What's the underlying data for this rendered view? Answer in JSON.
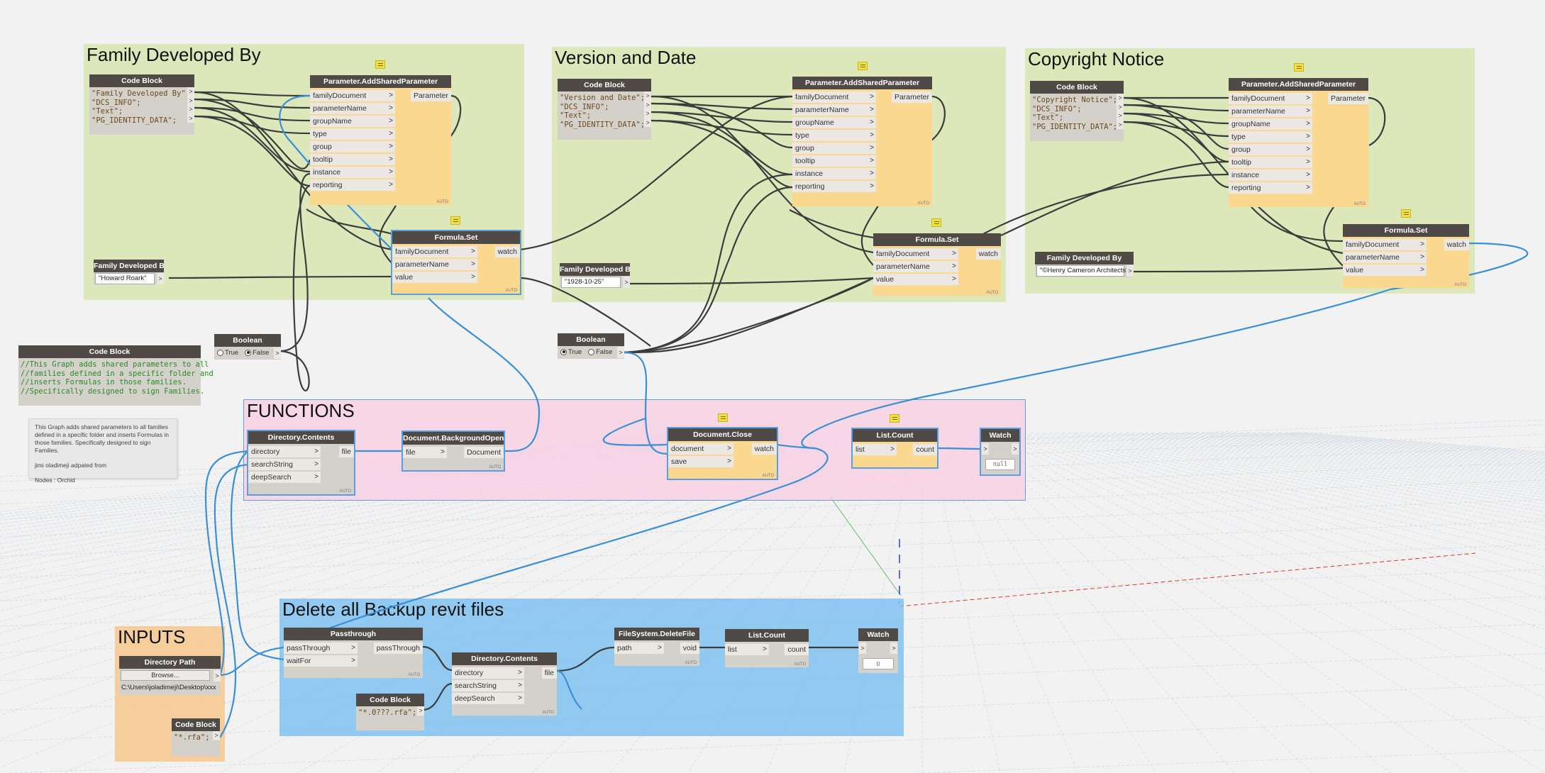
{
  "groups": {
    "family": "Family Developed By",
    "version": "Version and Date",
    "copyright": "Copyright Notice",
    "functions": "FUNCTIONS",
    "delete": "Delete all Backup revit files",
    "inputs": "INPUTS"
  },
  "nodes": {
    "cb_family": {
      "title": "Code Block",
      "code": "\"Family Developed By\";\n\"DCS_INFO\";\n\"Text\";\n\"PG_IDENTITY_DATA\";"
    },
    "cb_version": {
      "title": "Code Block",
      "code": "\"Version and Date\";\n\"DCS_INFO\";\n\"Text\";\n\"PG_IDENTITY_DATA\";"
    },
    "cb_copyright": {
      "title": "Code Block",
      "code": "\"Copyright Notice\";\n\"DCS_INFO\";\n\"Text\";\n\"PG_IDENTITY_DATA\";"
    },
    "cb_comment": {
      "title": "Code Block",
      "code": "//This Graph adds shared parameters to all\n//families defined in a specific folder and\n//inserts Formulas in those families.\n//Specifically designed to sign Families."
    },
    "cb_rfa": {
      "title": "Code Block",
      "code": "\"*.0???.rfa\";"
    },
    "cb_rfa2": {
      "title": "Code Block",
      "code": "\"*.rfa\";"
    },
    "add_param": {
      "title": "Parameter.AddSharedParameter",
      "inputs": [
        "familyDocument",
        "parameterName",
        "groupName",
        "type",
        "group",
        "tooltip",
        "instance",
        "reporting"
      ],
      "output": "Parameter"
    },
    "formula_set": {
      "title": "Formula.Set",
      "inputs": [
        "familyDocument",
        "parameterName",
        "value"
      ],
      "output": "watch"
    },
    "string_family": {
      "title": "Family Developed By",
      "value": "\"Howard Roark\""
    },
    "string_version": {
      "title": "Family Developed By",
      "value": "\"1928-10-25\""
    },
    "string_copyright": {
      "title": "Family Developed By",
      "value": "\"©Henry Cameron Architects\""
    },
    "boolean": {
      "title": "Boolean",
      "true_label": "True",
      "false_label": "False"
    },
    "dir_contents": {
      "title": "Directory.Contents",
      "inputs": [
        "directory",
        "searchString",
        "deepSearch"
      ],
      "output": "file"
    },
    "bg_open": {
      "title": "Document.BackgroundOpen",
      "inputs": [
        "file"
      ],
      "output": "Document"
    },
    "doc_close": {
      "title": "Document.Close",
      "inputs": [
        "document",
        "save"
      ],
      "output": "watch"
    },
    "list_count": {
      "title": "List.Count",
      "inputs": [
        "list"
      ],
      "output": "count"
    },
    "watch": {
      "title": "Watch",
      "null_value": "null",
      "zero_value": "0"
    },
    "passthrough": {
      "title": "Passthrough",
      "inputs": [
        "passThrough",
        "waitFor"
      ],
      "output": "passThrough"
    },
    "delete_file": {
      "title": "FileSystem.DeleteFile",
      "inputs": [
        "path"
      ],
      "output": "void"
    },
    "dir_path": {
      "title": "Directory Path",
      "button": "Browse...",
      "path": "C:\\Users\\joladimeji\\Desktop\\xxx"
    },
    "auto": "AUTO"
  },
  "note": {
    "text1": "This Graph adds shared parameters to all families defined in a specific folder and inserts Formulas in those families. Specifically designed to sign Families.",
    "text2": "jimi oladimeji adpated from",
    "text3": "Nodes : Orchid"
  },
  "colors": {
    "wire": "#3c3c3c",
    "wire_selected": "#3a8fd6",
    "group_green": "#d6e5aa",
    "group_pink": "#f7cee2",
    "group_blue": "#78bef0",
    "group_orange": "#f6c88c",
    "node_header": "#4f4a45",
    "node_orange": "#fbd890"
  }
}
